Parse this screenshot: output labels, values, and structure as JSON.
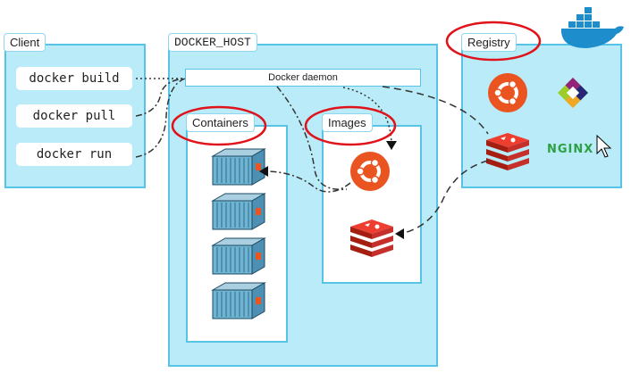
{
  "client": {
    "title": "Client",
    "commands": [
      "docker build",
      "docker pull",
      "docker run"
    ]
  },
  "host": {
    "title": "DOCKER_HOST",
    "daemon_label": "Docker daemon",
    "containers_title": "Containers",
    "images_title": "Images"
  },
  "registry": {
    "title": "Registry",
    "nginx_label": "NGINX"
  },
  "colors": {
    "panel_fill": "#b9ecf8",
    "panel_border": "#57c4e6",
    "highlight_circle": "#e0131b",
    "ubuntu": "#e95420",
    "redis": "#d82c20",
    "nginx": "#2ea043"
  },
  "icons": [
    "ubuntu-logo-icon",
    "redis-logo-icon",
    "centos-logo-icon",
    "nginx-logo-icon",
    "docker-whale-icon",
    "container-icon",
    "cursor-icon"
  ]
}
